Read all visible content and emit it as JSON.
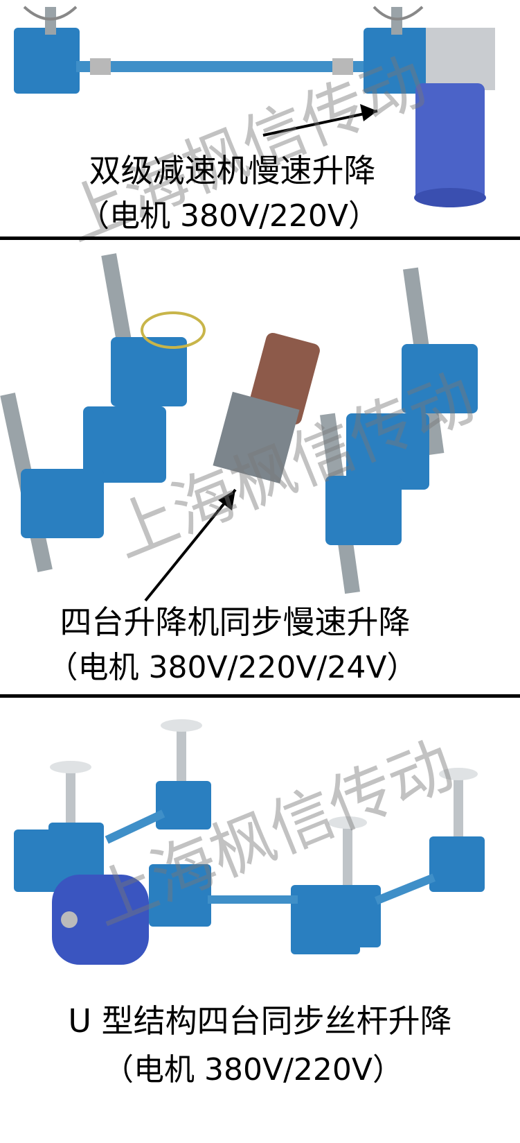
{
  "watermark": "上海枫信传动",
  "sections": [
    {
      "title": "双级减速机慢速升降",
      "motor": "（电机 380V/220V）"
    },
    {
      "title": "四台升降机同步慢速升降",
      "motor": "（电机 380V/220V/24V）"
    },
    {
      "title": "U 型结构四台同步丝杆升降",
      "motor": "（电机 380V/220V）"
    }
  ],
  "colors": {
    "jack_blue": "#2a7fc0",
    "shaft_gray": "#9aa3a8",
    "divider": "#000000"
  }
}
